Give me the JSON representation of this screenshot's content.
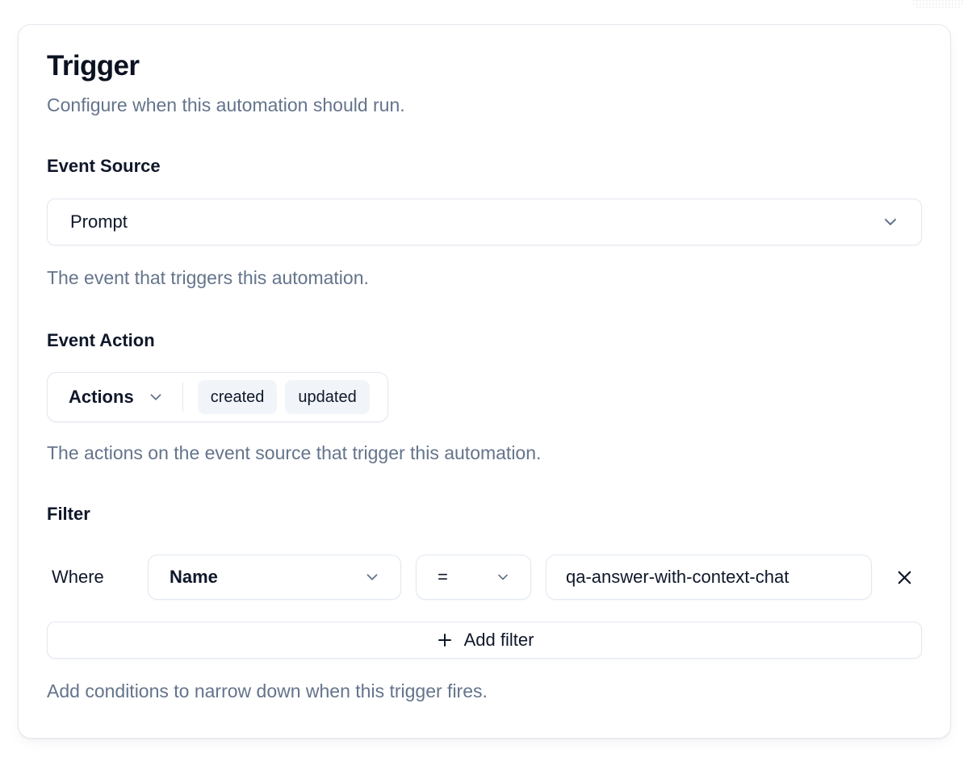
{
  "colors": {
    "text_primary": "#0f172a",
    "text_muted": "#64748b",
    "border": "#e2e8f0",
    "badge_bg": "#f1f5f9",
    "card_bg": "#ffffff"
  },
  "icons": {
    "chevron-down-icon": "⌄",
    "x-icon": "✕",
    "plus-icon": "+"
  },
  "card": {
    "title": "Trigger",
    "subtitle": "Configure when this automation should run."
  },
  "event_source": {
    "label": "Event Source",
    "select_value": "Prompt",
    "help": "The event that triggers this automation."
  },
  "event_action": {
    "label": "Event Action",
    "dropdown_label": "Actions",
    "badges": [
      "created",
      "updated"
    ],
    "help": "The actions on the event source that trigger this automation."
  },
  "filter": {
    "label": "Filter",
    "where_label": "Where",
    "field_select_value": "Name",
    "operator_select_value": "=",
    "value_input": "qa-answer-with-context-chat",
    "add_button_label": "Add filter",
    "help": "Add conditions to narrow down when this trigger fires."
  }
}
